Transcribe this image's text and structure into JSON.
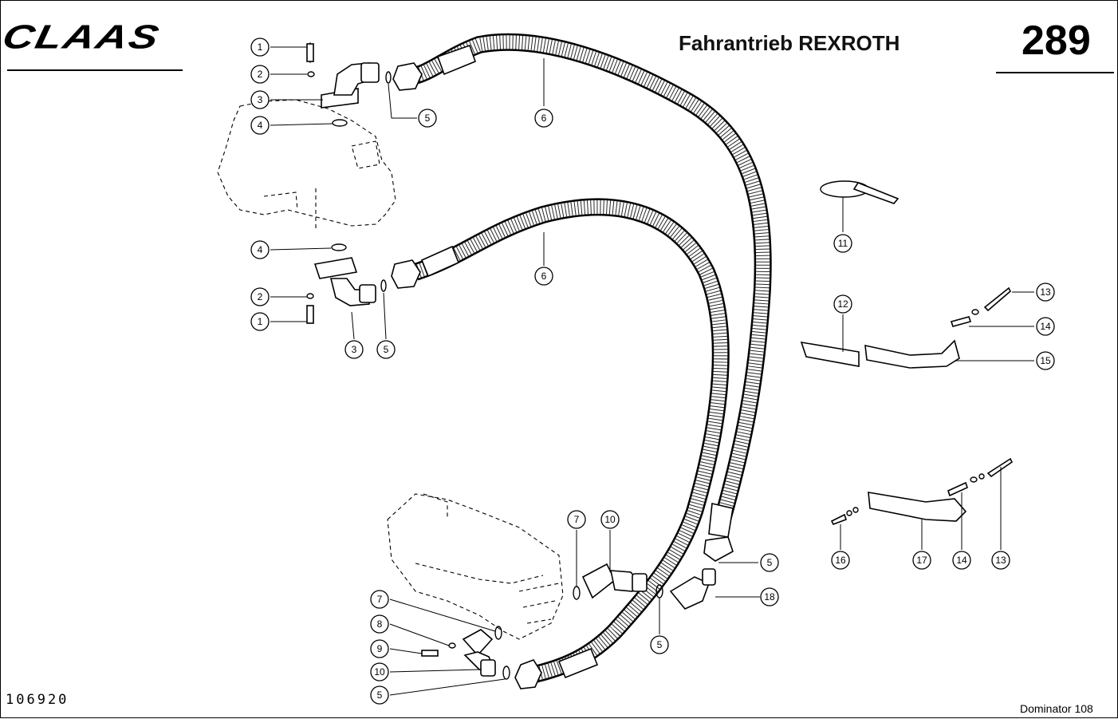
{
  "header": {
    "brand": "CLAAS",
    "title": "Fahrantrieb REXROTH",
    "page_number": "289"
  },
  "footer": {
    "drawing_number": "106920",
    "model": "Dominator 108"
  },
  "callouts": [
    {
      "id": "c1a",
      "label": "1"
    },
    {
      "id": "c2a",
      "label": "2"
    },
    {
      "id": "c3a",
      "label": "3"
    },
    {
      "id": "c4a",
      "label": "4"
    },
    {
      "id": "c5a",
      "label": "5"
    },
    {
      "id": "c6a",
      "label": "6"
    },
    {
      "id": "c4b",
      "label": "4"
    },
    {
      "id": "c2b",
      "label": "2"
    },
    {
      "id": "c1b",
      "label": "1"
    },
    {
      "id": "c3b",
      "label": "3"
    },
    {
      "id": "c5b",
      "label": "5"
    },
    {
      "id": "c6b",
      "label": "6"
    },
    {
      "id": "c11",
      "label": "11"
    },
    {
      "id": "c12",
      "label": "12"
    },
    {
      "id": "c13a",
      "label": "13"
    },
    {
      "id": "c14a",
      "label": "14"
    },
    {
      "id": "c15",
      "label": "15"
    },
    {
      "id": "c16",
      "label": "16"
    },
    {
      "id": "c17",
      "label": "17"
    },
    {
      "id": "c14b",
      "label": "14"
    },
    {
      "id": "c13b",
      "label": "13"
    },
    {
      "id": "c7a",
      "label": "7"
    },
    {
      "id": "c10a",
      "label": "10"
    },
    {
      "id": "c5c",
      "label": "5"
    },
    {
      "id": "c18",
      "label": "18"
    },
    {
      "id": "c5d",
      "label": "5"
    },
    {
      "id": "c7b",
      "label": "7"
    },
    {
      "id": "c8",
      "label": "8"
    },
    {
      "id": "c9",
      "label": "9"
    },
    {
      "id": "c10b",
      "label": "10"
    },
    {
      "id": "c5e",
      "label": "5"
    }
  ]
}
